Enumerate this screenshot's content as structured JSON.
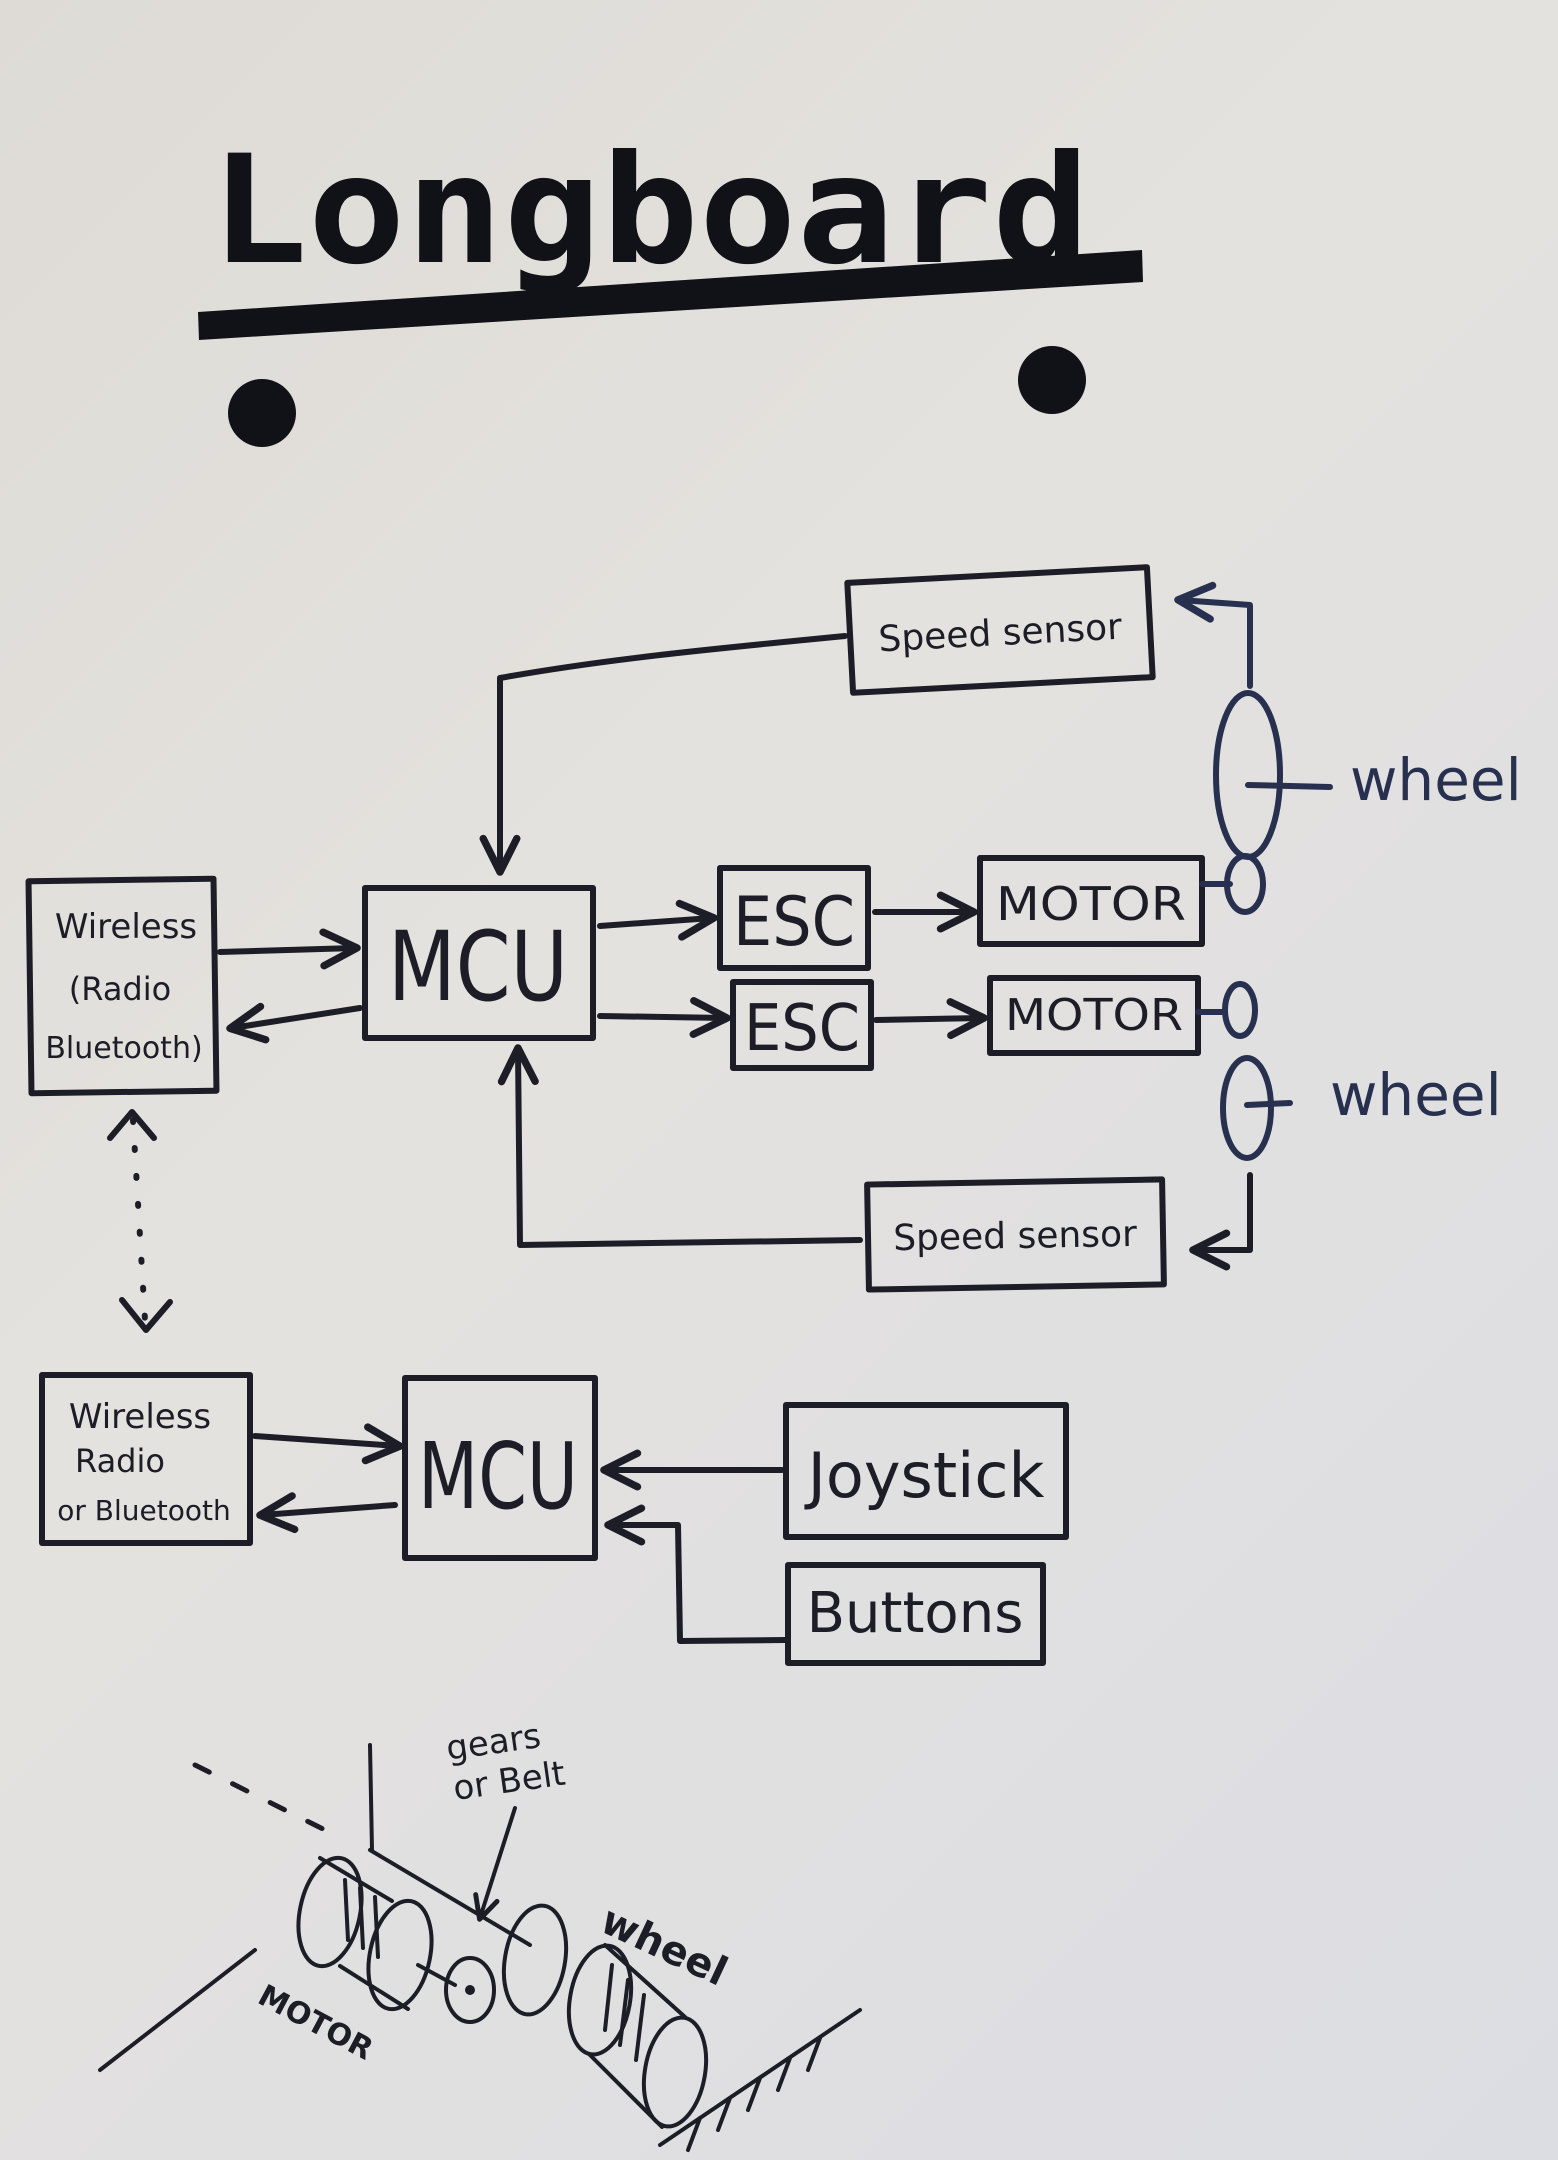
{
  "title": "Longboard",
  "board": {
    "wireless": [
      "Wireless",
      "(Radio",
      "Bluetooth)"
    ],
    "mcu": "MCU",
    "esc_top": "ESC",
    "esc_bottom": "ESC",
    "motor_top": "MOTOR",
    "motor_bottom": "MOTOR",
    "speed_sensor_top": "Speed sensor",
    "speed_sensor_bottom": "Speed sensor",
    "wheel_top": "wheel",
    "wheel_bottom": "wheel"
  },
  "remote": {
    "wireless": [
      "Wireless",
      "Radio",
      "or Bluetooth"
    ],
    "mcu": "MCU",
    "joystick": "Joystick",
    "buttons": "Buttons"
  },
  "drivetrain": {
    "gears_label": [
      "gears",
      "or Belt"
    ],
    "wheel_label": "wheel",
    "motor_label": "MOTOR"
  }
}
